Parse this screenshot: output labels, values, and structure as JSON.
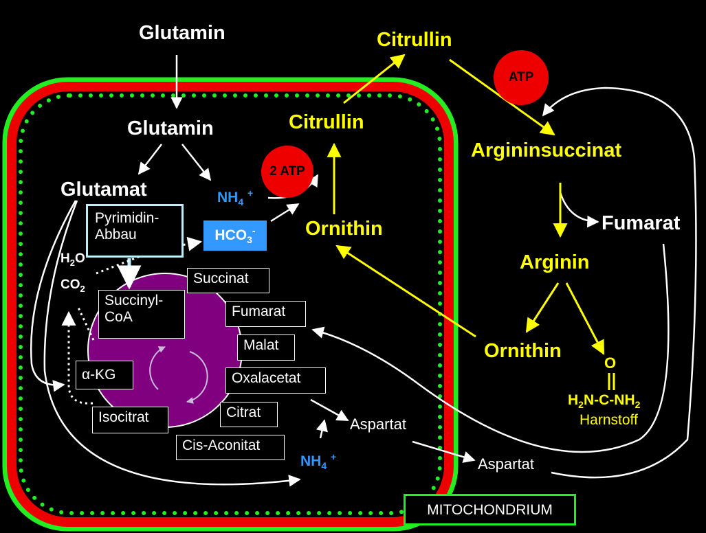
{
  "labels": {
    "glutamin_top": "Glutamin",
    "glutamin_inner": "Glutamin",
    "glutamat": "Glutamat",
    "nh4_top": "NH",
    "nh4_top_sub": "4",
    "nh4_top_sup": "+",
    "hco3": "HCO",
    "hco3_sub": "3",
    "hco3_sup": "-",
    "atp2": "2 ATP",
    "atp": "ATP",
    "citrullin_inner": "Citrullin",
    "citrullin_outer": "Citrullin",
    "ornithin_inner": "Ornithin",
    "ornithin_outer": "Ornithin",
    "argininsuccinat": "Argininsuccinat",
    "fumarat_outer": "Fumarat",
    "arginin": "Arginin",
    "o": "O",
    "urea_h2n": "H",
    "urea_sub2a": "2",
    "urea_mid": "N-C-NH",
    "urea_sub2b": "2",
    "harnstoff": "Harnstoff",
    "pyrimidin": [
      "Pyrimidin-",
      "Abbau"
    ],
    "h2o": "H",
    "h2o_sub": "2",
    "h2o_end": "O",
    "co2": "CO",
    "co2_sub": "2",
    "succinyl": [
      "Succinyl-",
      "CoA"
    ],
    "succinat": "Succinat",
    "fumarat_inner": "Fumarat",
    "malat": "Malat",
    "oxalacetat": "Oxalacetat",
    "citrat": "Citrat",
    "cis_aconitat": "Cis-Aconitat",
    "isocitrat": "Isocitrat",
    "akg": "α-KG",
    "aspartat_inner": "Aspartat",
    "aspartat_outer": "Aspartat",
    "nh4_bottom": "NH",
    "nh4_bottom_sub": "4",
    "nh4_bottom_sup": "+",
    "mitochondrium": "MITOCHONDRIUM"
  },
  "colors": {
    "background": "#000000",
    "outer_membrane": "#22ee22",
    "inner_membrane": "#ee0000",
    "dots": "#22ee22",
    "tca_circle": "#800080",
    "urea_cycle": "#ffff00",
    "ammonium": "#3399ff",
    "hco3_box": "#3399ff",
    "atp": "#ee0000"
  }
}
